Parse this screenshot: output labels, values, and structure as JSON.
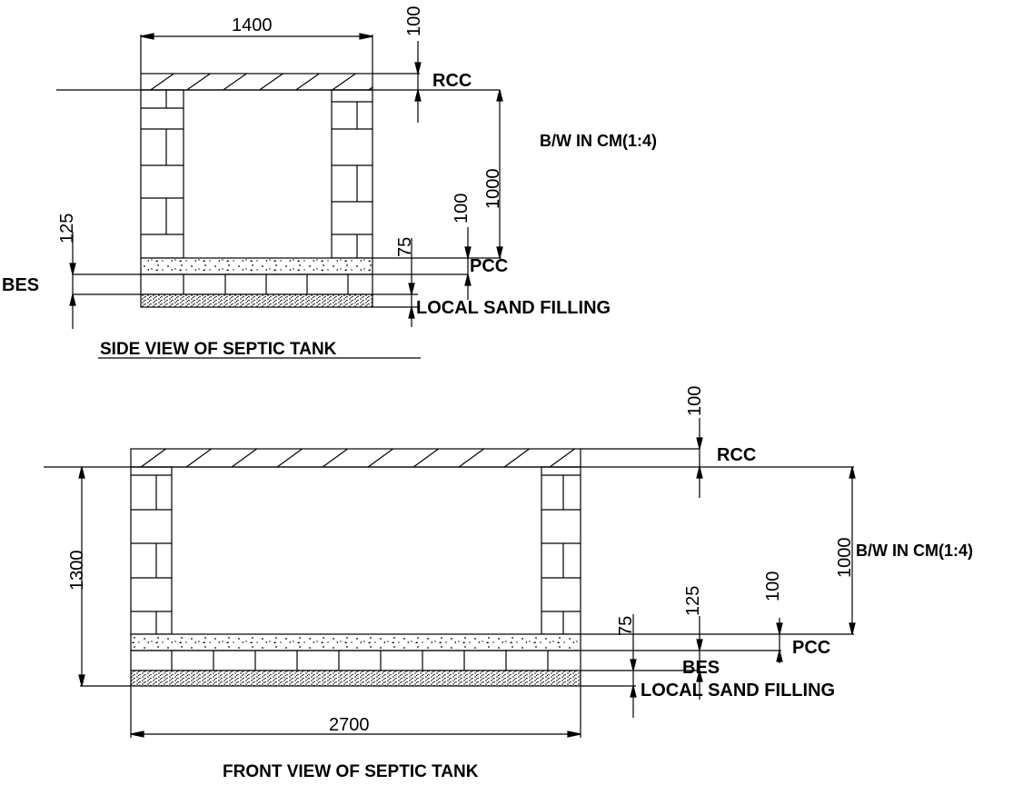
{
  "side_view": {
    "title": "SIDE VIEW OF SEPTIC TANK",
    "dims": {
      "width": "1400",
      "rcc_thickness": "100",
      "wall_height": "1000",
      "pcc_thickness": "100",
      "pcc_dim": "75",
      "bes_dim": "125"
    },
    "labels": {
      "rcc": "RCC",
      "brickwork": "B/W IN CM(1:4)",
      "pcc": "PCC",
      "bes": "BES",
      "sand": "LOCAL SAND FILLING"
    }
  },
  "front_view": {
    "title": "FRONT VIEW OF SEPTIC TANK",
    "dims": {
      "width": "2700",
      "overall_height": "1300",
      "rcc_thickness": "100",
      "wall_height": "1000",
      "pcc_dim": "75",
      "bes_dim": "125",
      "pcc_thickness": "100"
    },
    "labels": {
      "rcc": "RCC",
      "brickwork": "B/W IN CM(1:4)",
      "pcc": "PCC",
      "bes": "BES",
      "sand": "LOCAL SAND FILLING"
    }
  }
}
